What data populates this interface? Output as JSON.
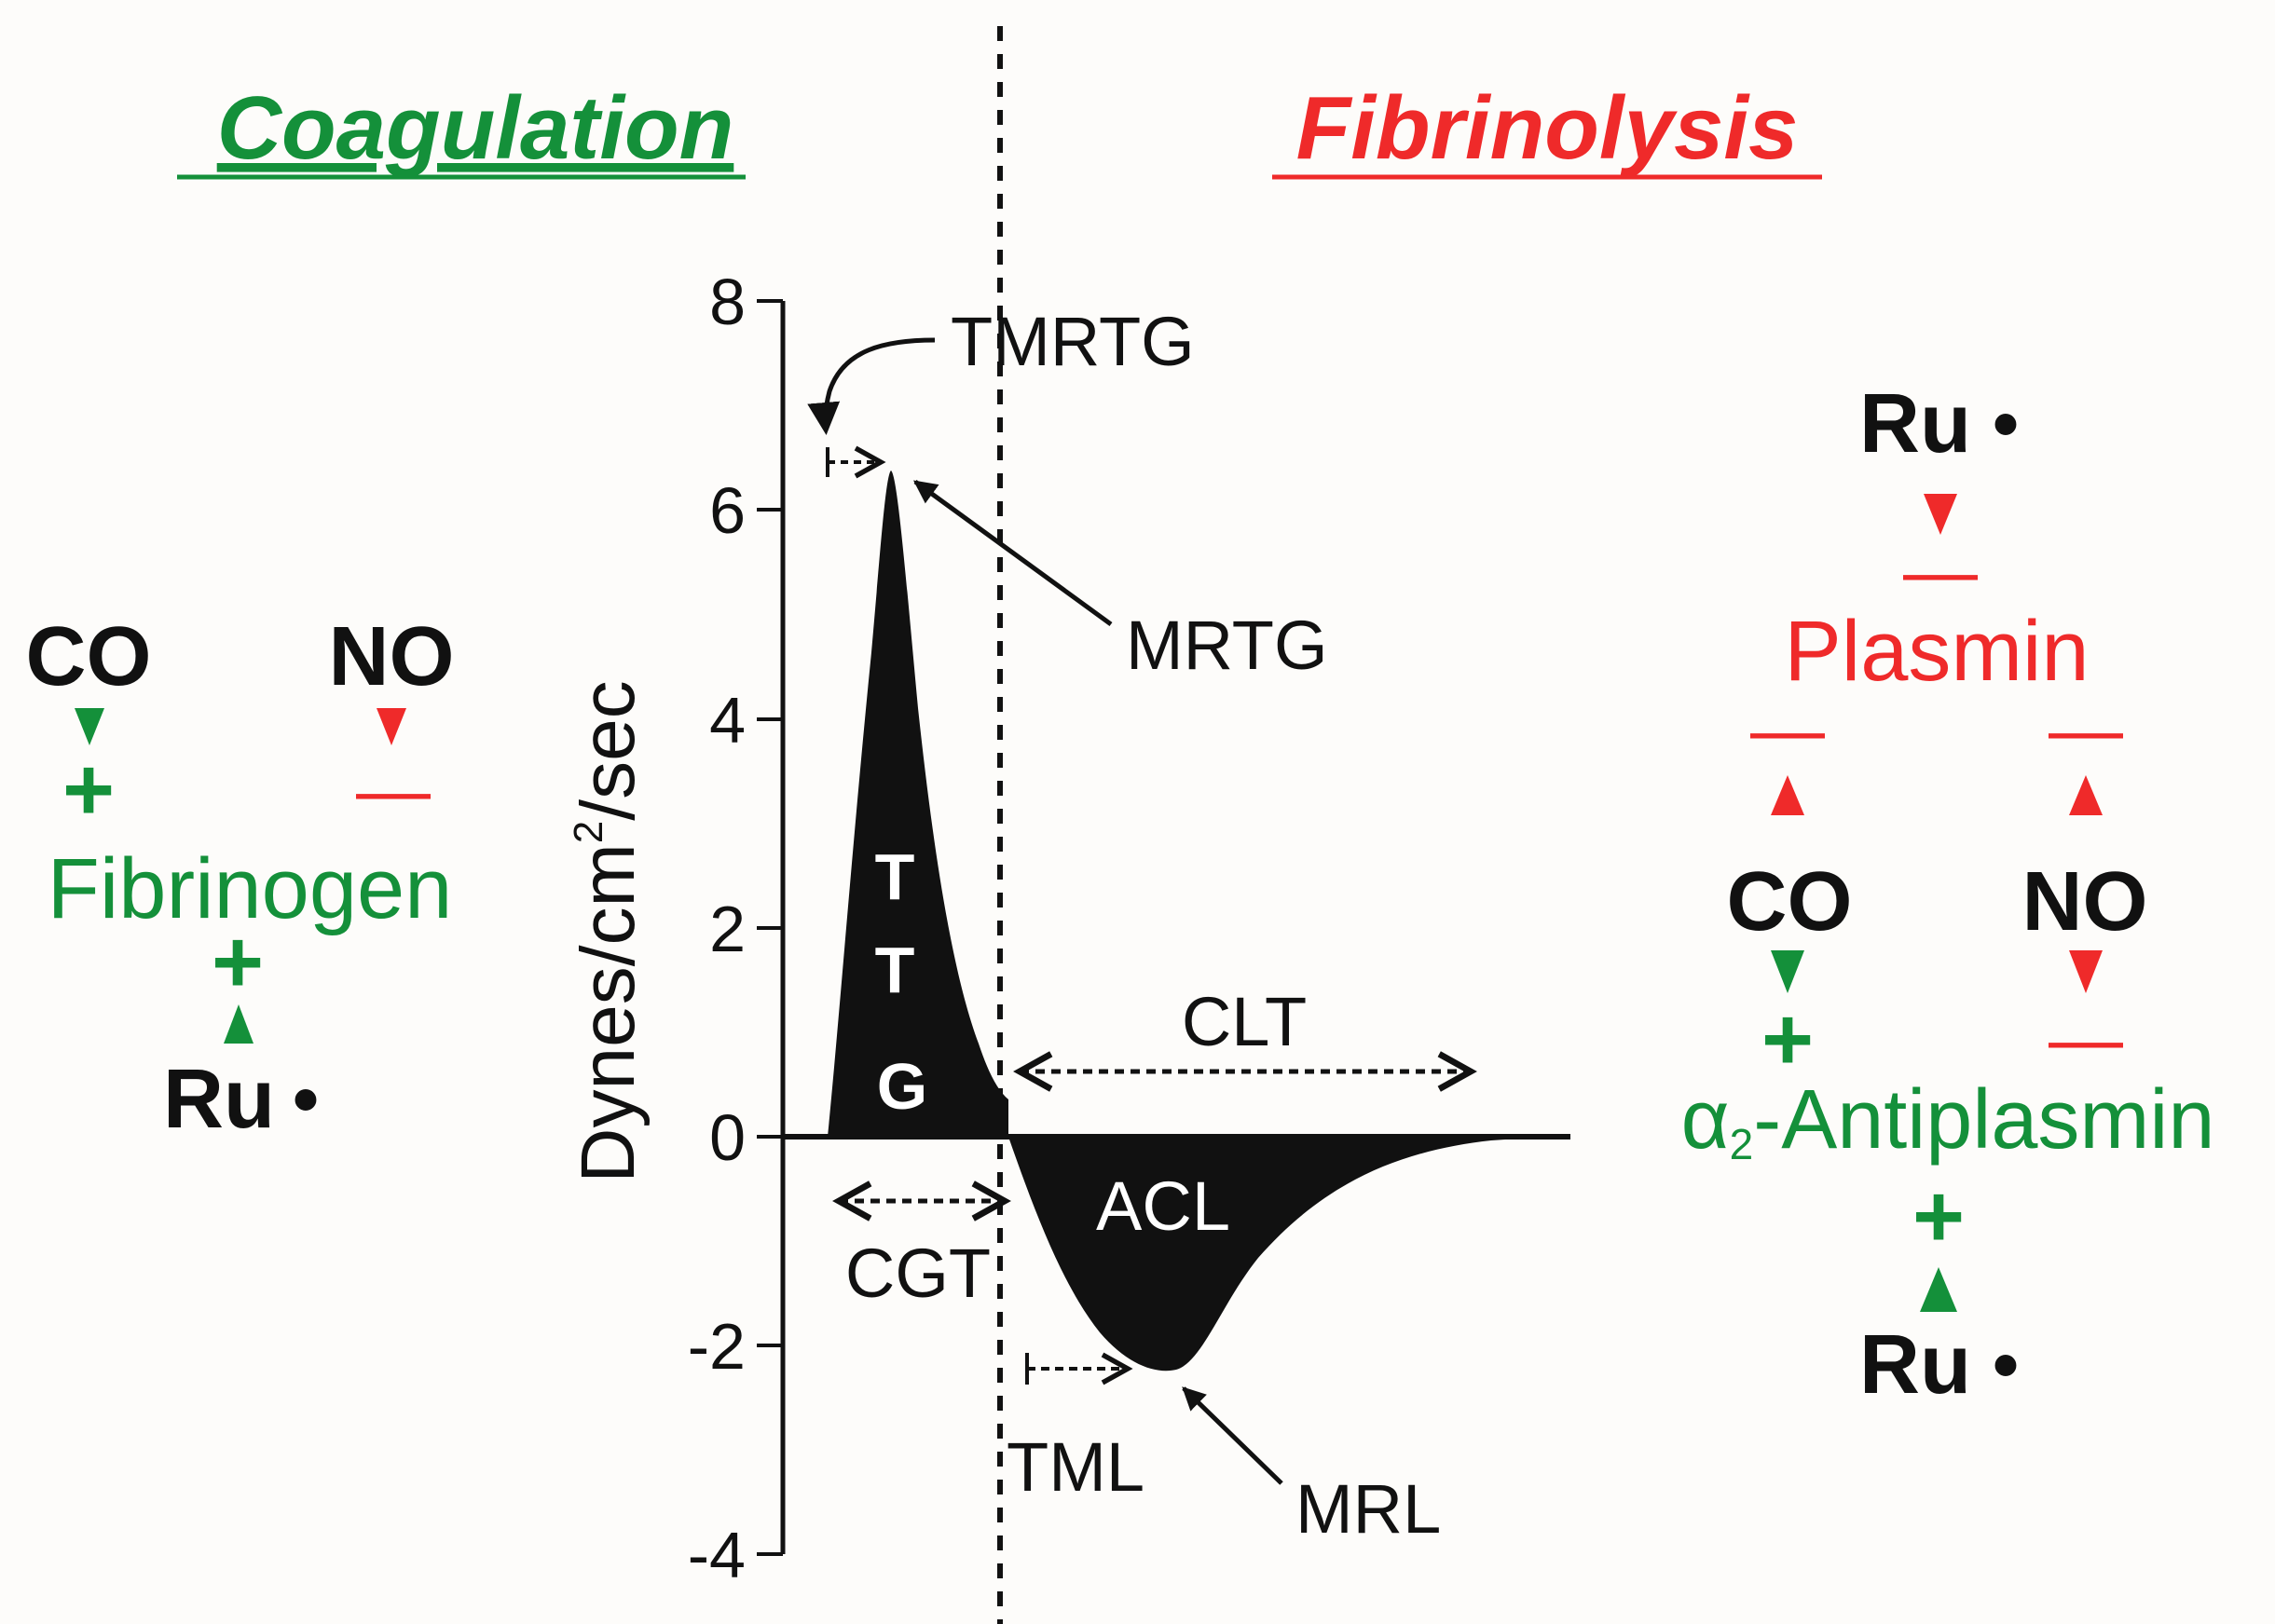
{
  "colors": {
    "green": "#14903a",
    "red": "#ef2a2a",
    "black": "#111111",
    "background": "#fdfcfa"
  },
  "sections": {
    "left_title": "Coagulation",
    "right_title": "Fibrinolysis"
  },
  "left_panel": {
    "co": "CO",
    "no": "NO",
    "co_sign": "+",
    "no_sign": "—",
    "target": "Fibrinogen",
    "ru_sign": "+",
    "ru": "Ru",
    "ru_dot": "•"
  },
  "right_panel": {
    "ru_top": "Ru",
    "ru_top_dot": "•",
    "ru_top_sign": "—",
    "plasmin": "Plasmin",
    "co_to_plasmin_sign": "—",
    "no_to_plasmin_sign": "—",
    "co": "CO",
    "no": "NO",
    "co_sign": "+",
    "no_sign": "—",
    "antiplasmin_prefix": "α",
    "antiplasmin_sub": "2",
    "antiplasmin_suffix": "-Antiplasmin",
    "ru_bottom_sign": "+",
    "ru_bottom": "Ru",
    "ru_bottom_dot": "•"
  },
  "chart": {
    "ylabel_main": "Dynes/cm",
    "ylabel_sup": "2",
    "ylabel_tail": "/sec",
    "ytick_labels": [
      "8",
      "6",
      "4",
      "2",
      "0",
      "-2",
      "-4"
    ],
    "labels": {
      "tmrtg": "TMRTG",
      "mrtg": "MRTG",
      "ttg_t1": "T",
      "ttg_t2": "T",
      "ttg_g": "G",
      "clt": "CLT",
      "acl": "ACL",
      "cgt": "CGT",
      "tml": "TML",
      "mrl": "MRL"
    }
  },
  "chart_data": {
    "type": "area",
    "title": "",
    "xlabel": "",
    "ylabel": "Dynes/cm2/sec",
    "ylim": [
      -4,
      8
    ],
    "yticks": [
      8,
      6,
      4,
      2,
      0,
      -2,
      -4
    ],
    "grid": false,
    "series": [
      {
        "values_approx": "single velocity curve: rises from 0 to a peak of ~6.3 (MRTG), falls back to 0, dips to a minimum of ~-2.25 (MRL), then returns toward 0"
      }
    ],
    "annotations": {
      "peak_value": 6.3,
      "trough_value": -2.25
    }
  }
}
